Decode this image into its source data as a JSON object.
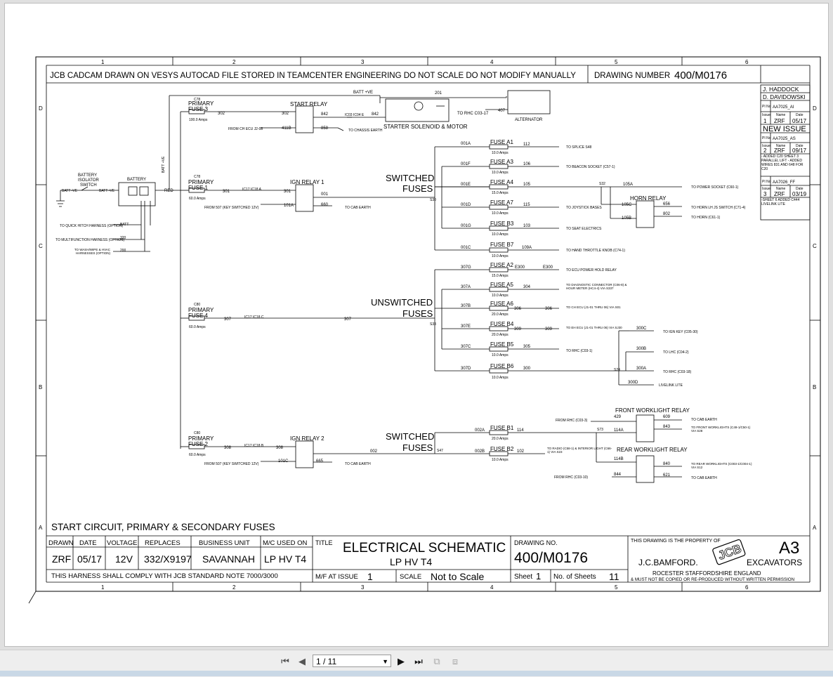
{
  "header": {
    "columns": [
      "1",
      "2",
      "3",
      "4",
      "5",
      "6"
    ],
    "rows": [
      "D",
      "C",
      "B",
      "A"
    ],
    "banner": "JCB CADCAM DRAWN ON VESYS  AUTOCAD FILE STORED IN TEAMCENTER ENGINEERING DO NOT SCALE  DO NOT MODIFY MANUALLY",
    "drawing_number_label": "DRAWING NUMBER",
    "drawing_number": "400/M0176"
  },
  "revisions": {
    "drawn_by": "J. HADDOCK",
    "checked_by": "D. DAVIDOWSKI",
    "entries": [
      {
        "pi_label": "PI No",
        "pi": "AA7025_AI",
        "issue": "1",
        "name": "ZRF",
        "date": "05/17",
        "note": "NEW ISSUE"
      },
      {
        "pi_label": "PI No",
        "pi": "AA7025_AS",
        "issue": "2",
        "name": "ZRF",
        "date": "09/17",
        "note": "- ADDED C20 SHEET 3 PARALLEL LIFT - ADDED WIRES 831 AND 648 FOR C20"
      },
      {
        "pi_label": "PI No",
        "pi": "AA7026_FF",
        "issue": "3",
        "name": "ZRF",
        "date": "03/19",
        "note": "-SHEET 6 ADDED C444 LIVELINK LITE"
      }
    ],
    "issue_label": "Issue",
    "name_label": "Name",
    "date_label": "Date"
  },
  "schematic": {
    "batt_ve": "BATT +VE",
    "wire_201": "201",
    "primary_fuse_3": {
      "code": "C78",
      "label1": "PRIMARY",
      "label2": "FUSE 3",
      "rating": "100.0 Amps"
    },
    "primary_fuse_1": {
      "code": "C78",
      "label1": "PRIMARY",
      "label2": "FUSE 1",
      "rating": "60.0 Amps"
    },
    "primary_fuse_4": {
      "code": "C80",
      "label1": "PRIMARY",
      "label2": "FUSE 4",
      "rating": "60.0 Amps"
    },
    "primary_fuse_2": {
      "code": "C80",
      "label1": "PRIMARY",
      "label2": "FUSE 2",
      "rating": "60.0 Amps"
    },
    "start_relay": "START RELAY",
    "starter": "STARTER SOLENOID & MOTOR",
    "alternator": "ALTERNATOR",
    "to_rhc_c03": "TO RHC C03-17",
    "from_ch_ecu": "FROM CH ECU J2-08",
    "to_chassis_earth": "TO CHASSIS EARTH",
    "battery_isolator": [
      "BATTERY",
      "ISOLATOR",
      "SWITCH"
    ],
    "battery": "BATTERY",
    "batt_neg": "BATT -VE",
    "red": "RED",
    "batt": "BATT",
    "to_quick_hitch": "TO QUICK HITCH HARNESS (OPTION)",
    "to_multifunction": "TO MULTIFUNCTION HARNESS (OPTION)",
    "to_wash": "TO WASH/WIPE & HVAC HARNESSES (OPTION)",
    "ign_relay_1": "IGN RELAY 1",
    "ign_relay_2": "IGN RELAY 2",
    "from_507": "FROM 507 (KEY SWITCHED 12V)",
    "to_cab_earth": "TO CAB EARTH",
    "switched_fuses": [
      "SWITCHED",
      "FUSES"
    ],
    "unswitched_fuses": [
      "UNSWITCHED",
      "FUSES"
    ],
    "switched_fuses_2": [
      "SWITCHED",
      "FUSES"
    ],
    "switched_rows": [
      {
        "wire_in": "001A",
        "fuse": "FUSE A1",
        "rating": "10.0 Amps",
        "wire_out": "112",
        "dest": "TO SPLICE S48"
      },
      {
        "wire_in": "001F",
        "fuse": "FUSE A3",
        "rating": "10.0 Amps",
        "wire_out": "106",
        "dest": "TO BEACON SOCKET (C57-1)"
      },
      {
        "wire_in": "001E",
        "fuse": "FUSE A4",
        "rating": "15.0 Amps",
        "wire_out": "105",
        "dest": "TO POWER SOCKET (C60-1)"
      },
      {
        "wire_in": "001D",
        "fuse": "FUSE A7",
        "rating": "10.0 Amps",
        "wire_out": "115",
        "dest": "TO JOYSTICK BASES"
      },
      {
        "wire_in": "001G",
        "fuse": "FUSE B3",
        "rating": "10.0 Amps",
        "wire_out": "103",
        "dest": "TO SEAT ELECTRICS"
      },
      {
        "wire_in": "001C",
        "fuse": "FUSE B7",
        "rating": "10.0 Amps",
        "wire_out": "109A",
        "dest": "TO HAND THROTTLE KNOB (C74-1)"
      }
    ],
    "horn_relay": "HORN RELAY",
    "to_horn_lh": "TO HORN LH JS SWITCH (C71-4)",
    "to_horn": "TO HORN (C61-1)",
    "unswitched_rows": [
      {
        "wire_in": "307G",
        "fuse": "FUSE A2",
        "rating": "15.0 Amps",
        "wire_out": "E300",
        "dest": "TO ECU POWER HOLD RELAY"
      },
      {
        "wire_in": "307A",
        "fuse": "FUSE A5",
        "rating": "10.0 Amps",
        "wire_out": "304",
        "dest": "TO DIAGNOSTIC CONNECTOR (C06-8) & HOUR METER (HC4-4) VIA S337"
      },
      {
        "wire_in": "307B",
        "fuse": "FUSE A6",
        "rating": "20.0 Amps",
        "wire_out": "306",
        "dest": "TO CH ECU (J1-01 THRU 06) VIA S01"
      },
      {
        "wire_in": "307E",
        "fuse": "FUSE B4",
        "rating": "20.0 Amps",
        "wire_out": "309",
        "dest": "TO EH ECU (J1-01 THRU 06) VIA SJ30"
      },
      {
        "wire_in": "307C",
        "fuse": "FUSE B5",
        "rating": "10.0 Amps",
        "wire_out": "305",
        "dest": "TO RHC (C03-1)"
      },
      {
        "wire_in": "307D",
        "fuse": "FUSE B6",
        "rating": "10.0 Amps",
        "wire_out": "300",
        "dest": ""
      }
    ],
    "s24_branches": [
      {
        "wire": "300C",
        "dest": "TO IGN KEY (C05-30)"
      },
      {
        "wire": "300B",
        "dest": "TO LHC (C04-2)"
      },
      {
        "wire": "300A",
        "dest": "TO RHC (C03-18)"
      },
      {
        "wire": "300D",
        "dest": "LIVELINK LITE"
      }
    ],
    "front_worklight_relay": "FRONT WORKLIGHT RELAY",
    "rear_worklight_relay": "REAR WORKLIGHT RELAY",
    "fuse_b1": {
      "wire_in": "002A",
      "fuse": "FUSE B1",
      "rating": "20.0 Amps",
      "wire_out": "114"
    },
    "fuse_b2": {
      "wire_in": "002B",
      "fuse": "FUSE B2",
      "rating": "10.0 Amps",
      "wire_out": "102",
      "dest": "TO RADIO (C58-1) & INTERIOR LIGHT (C66-1) VIA S23"
    },
    "from_rhc_03_3": "FROM RHC (C03-3)",
    "from_rhc_03_10": "FROM RHC (C03-10)",
    "to_front_worklights": "TO FRONT WORKLIGHTS (C49-1/C50-1) VIA S28",
    "to_rear_worklights": "TO REAR WORKLIGHTS (C003-1/C004-1) VIA S12",
    "wires": {
      "w302": "302",
      "w842": "842",
      "w411b": "411B",
      "w858": "858",
      "w407": "407",
      "w301": "301",
      "w101a": "101A",
      "w001": "001",
      "w660": "660",
      "w307": "307",
      "w308": "308",
      "w101c": "101C",
      "w002": "002",
      "w665": "665",
      "w105a": "105A",
      "w105c": "105C",
      "w105b": "105B",
      "w656": "656",
      "w802": "802",
      "w114a": "114A",
      "w114b": "114B",
      "w429": "429",
      "w609": "609",
      "w843": "843",
      "w844": "844",
      "w840": "840",
      "w621": "621",
      "w320": "320",
      "w200": "200",
      "w_ic03": "IC03 IC04 E",
      "w_ic17": "IC17 IC18 A",
      "w_ic17c": "IC17 IC18 C",
      "w_ic17b": "IC17 IC18 B"
    },
    "splices": {
      "s30": "S30",
      "s32": "S32",
      "s33": "S33",
      "s24": "S24",
      "s73": "S73",
      "s47": "S47"
    }
  },
  "title_block": {
    "sheet_title": "START  CIRCUIT,  PRIMARY  &  SECONDARY  FUSES",
    "headers": [
      "DRAWN",
      "DATE",
      "VOLTAGE",
      "REPLACES",
      "BUSINESS UNIT",
      "M/C USED ON"
    ],
    "values": [
      "ZRF",
      "05/17",
      "12V",
      "332/X9197",
      "SAVANNAH",
      "LP HV T4"
    ],
    "compliance": "THIS HARNESS SHALL COMPLY WITH JCB STANDARD NOTE 7000/3000",
    "title_label": "TITLE",
    "title_line1": "ELECTRICAL  SCHEMATIC",
    "title_line2": "LP  HV  T4",
    "mf_label": "M/F AT ISSUE",
    "mf_value": "1",
    "scale_label": "SCALE",
    "scale_value": "Not to Scale",
    "drawing_no_label": "DRAWING NO.",
    "drawing_no": "400/M0176",
    "sheet_label": "Sheet",
    "sheet_value": "1",
    "of_sheets_label": "No. of Sheets",
    "of_sheets_value": "11",
    "property": "THIS DRAWING IS THE PROPERTY OF",
    "company": "J.C.BAMFORD.",
    "logo": "JCB",
    "size": "A3",
    "division": "EXCAVATORS",
    "address": "ROCESTER    STAFFORDSHIRE    ENGLAND",
    "copy_note": "& MUST NOT BE COPIED OR RE-PRODUCED WITHOUT WRITTEN PERMISSION"
  },
  "toolbar": {
    "page_value": "1 / 11"
  }
}
